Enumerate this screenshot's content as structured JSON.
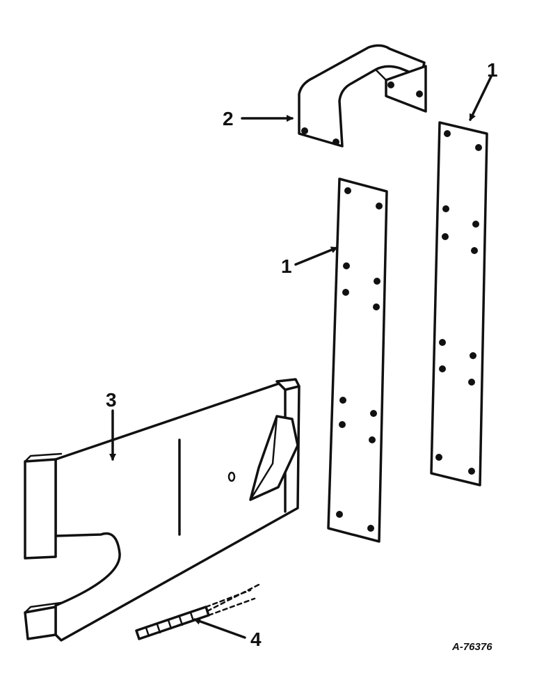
{
  "callouts": {
    "c1_top": "1",
    "c2": "2",
    "c1_mid": "1",
    "c3": "3",
    "c4": "4"
  },
  "drawing_code": "A-76376"
}
